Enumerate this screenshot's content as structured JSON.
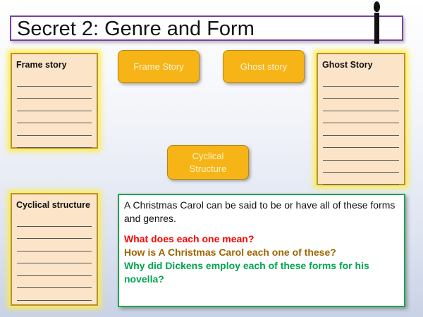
{
  "slide": {
    "title": "Secret 2: Genre and Form"
  },
  "note_boxes": [
    {
      "heading": "Frame story",
      "line_count": 6
    },
    {
      "heading": "Ghost Story",
      "line_count": 9
    },
    {
      "heading": "Cyclical structure",
      "line_count": 7
    }
  ],
  "pills": [
    {
      "label": "Frame Story"
    },
    {
      "label": "Ghost story"
    },
    {
      "label": "Cyclical Structure"
    }
  ],
  "info": {
    "intro": "A Christmas Carol can be said to be or have all of these forms and genres.",
    "questions": [
      {
        "text": "What does each one mean?",
        "color": "#ff0000"
      },
      {
        "text": "How is A Christmas Carol each one of these?",
        "color": "#9c6500"
      },
      {
        "text": "Why did Dickens employ each of these forms for his novella?",
        "color": "#00a550"
      }
    ]
  },
  "colors": {
    "title_border": "#7a3fa3",
    "pill_fill": "#f6b417",
    "note_fill": "#fbe4c7",
    "info_border": "#1fa64a"
  },
  "icons": {
    "candle": "candle-icon"
  }
}
